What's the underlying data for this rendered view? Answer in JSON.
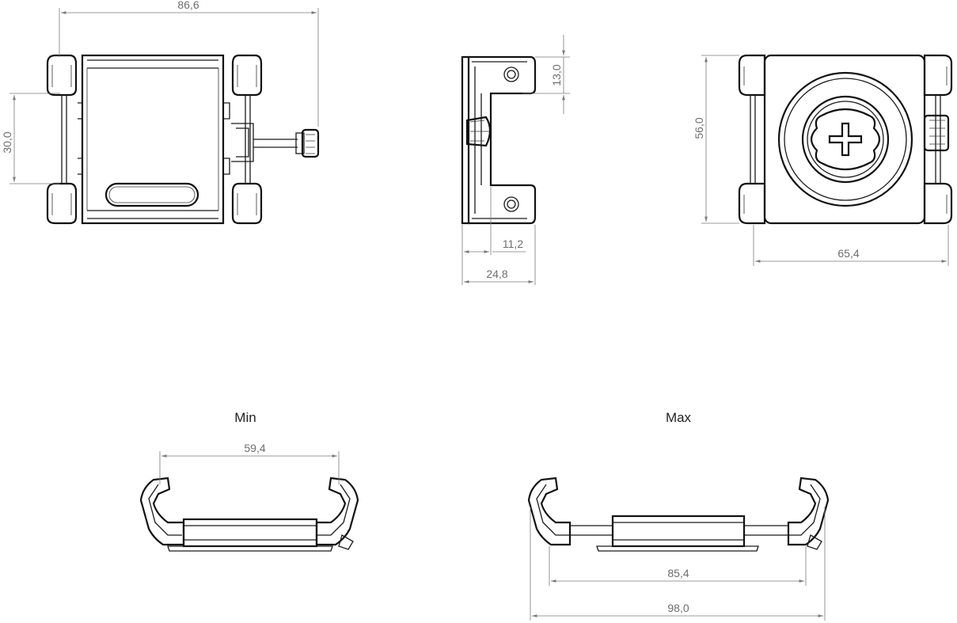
{
  "views": {
    "min_label": "Min",
    "max_label": "Max"
  },
  "dimensions": {
    "overall_width": "86,6",
    "front_height": "30,0",
    "side_hole_offset": "13,0",
    "side_depth_inner": "11,2",
    "side_depth_total": "24,8",
    "back_height": "56,0",
    "back_width": "65,4",
    "min_opening": "59,4",
    "max_opening": "85,4",
    "max_overall": "98,0"
  },
  "colors": {
    "line": "#1a1a1a",
    "dimension": "#7a7a7a",
    "background": "#ffffff"
  }
}
